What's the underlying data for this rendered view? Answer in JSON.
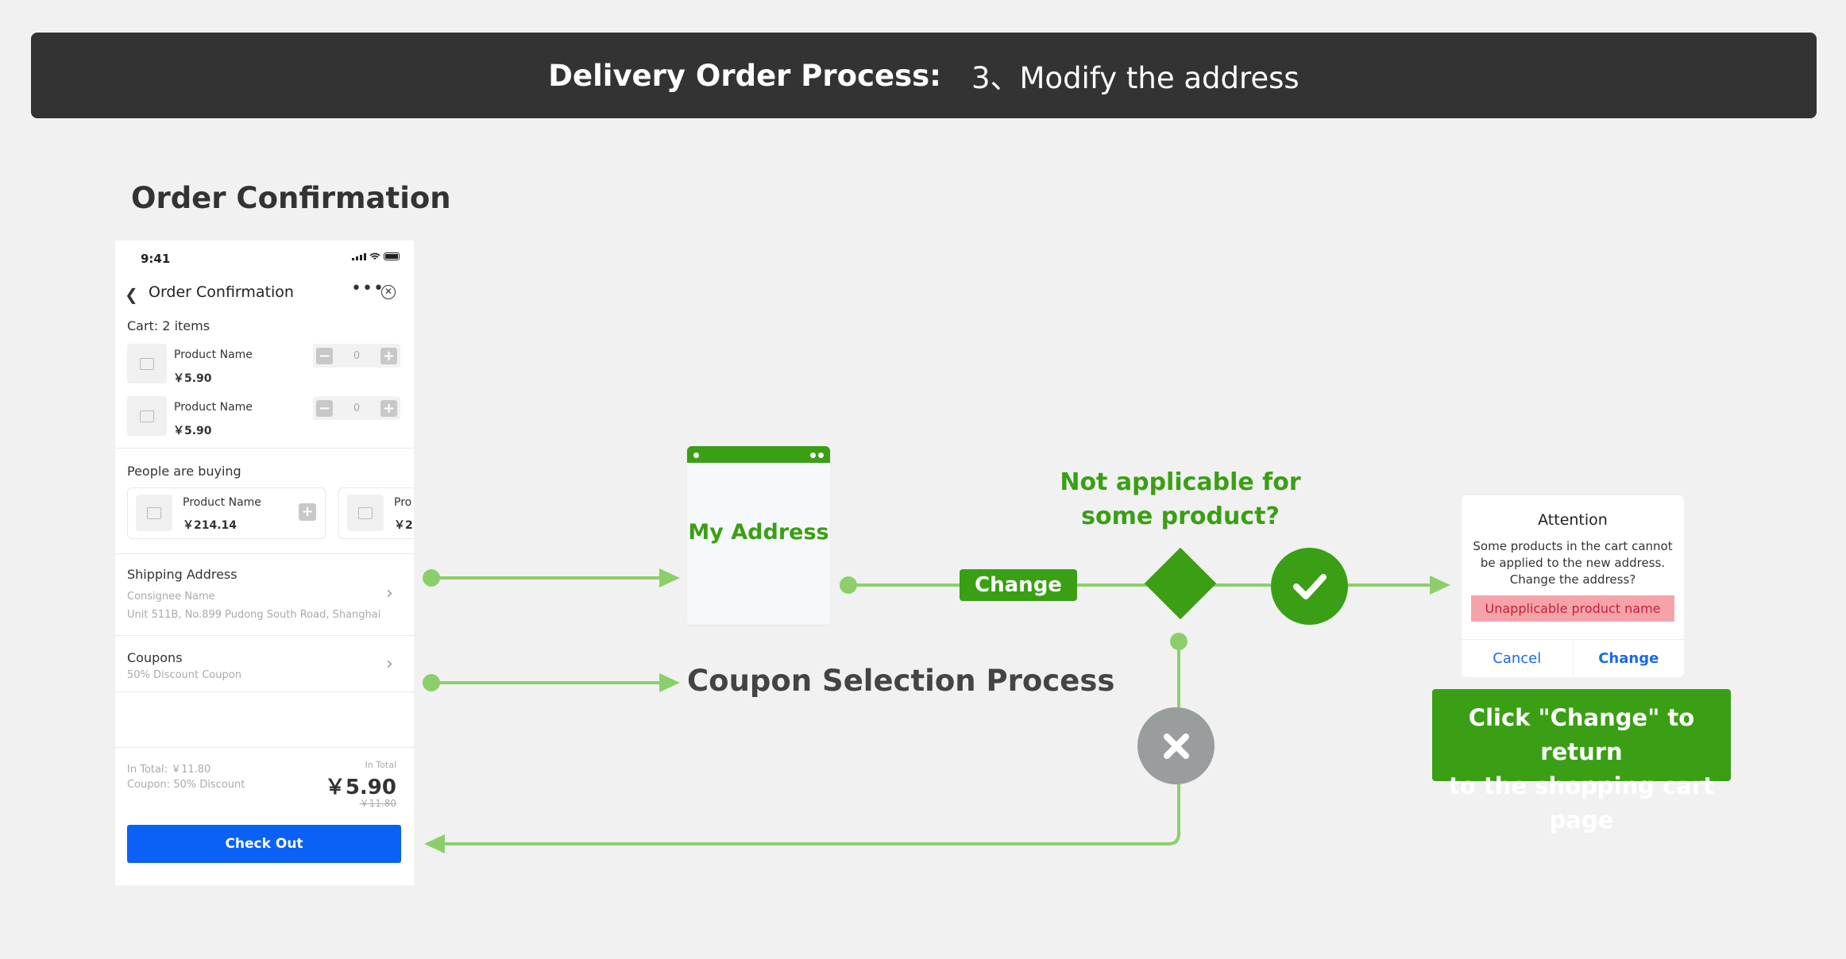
{
  "header": {
    "title_bold": "Delivery Order Process:",
    "title_step": "3、Modify the address"
  },
  "section_title": "Order Confirmation",
  "phone": {
    "status_time": "9:41",
    "nav_title": "Order Confirmation",
    "cart_title": "Cart: 2 items",
    "cart_items": [
      {
        "name": "Product Name",
        "price": "￥5.90",
        "qty": "0"
      },
      {
        "name": "Product Name",
        "price": "￥5.90",
        "qty": "0"
      }
    ],
    "people_buying_title": "People are buying",
    "people_buying": [
      {
        "name": "Product Name",
        "price": "￥214.14"
      },
      {
        "name": "Pro",
        "price": "￥2"
      }
    ],
    "shipping": {
      "title": "Shipping Address",
      "consignee": "Consignee Name",
      "address": "Unit 511B, No.899 Pudong South Road, Shanghai"
    },
    "coupons": {
      "title": "Coupons",
      "value": "50% Discount Coupon"
    },
    "totals": {
      "in_total_label": "In Total: ￥11.80",
      "coupon_label": "Coupon: 50% Discount",
      "right_caption": "In Total",
      "final": "￥5.90",
      "original": "￥11.80"
    },
    "checkout_label": "Check Out"
  },
  "flow": {
    "my_address": "My Address",
    "change_tag": "Change",
    "question_line1": "Not applicable for",
    "question_line2": "some product?",
    "coupon_process": "Coupon Selection Process"
  },
  "dialog": {
    "title": "Attention",
    "message": "Some products in the cart cannot be applied to the new address. Change the address?",
    "highlight": "Unapplicable product name",
    "cancel": "Cancel",
    "change": "Change"
  },
  "note": {
    "line1": "Click \"Change\" to return",
    "line2": "to the shopping cart page"
  },
  "colors": {
    "green": "#3a9f14",
    "light_green": "#8ccf6a",
    "grey": "#999d9e",
    "blue": "#0b60f5"
  }
}
